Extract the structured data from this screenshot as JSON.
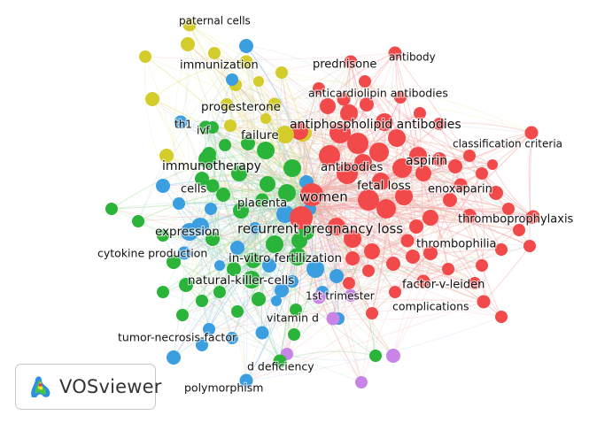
{
  "colors": {
    "red": "#f24a4a",
    "green": "#2bb43a",
    "blue": "#3a9ee0",
    "yellow": "#d3cc2a",
    "purple": "#c884e6",
    "edge_red": "#f6a5a5",
    "edge_green": "#9fdc9f",
    "edge_blue": "#9cc9ee",
    "edge_yellow": "#e7e17a"
  },
  "nodes": [
    {
      "label": "women",
      "cluster": "red",
      "weight": 3
    },
    {
      "label": "recurrent pregnancy loss",
      "cluster": "red",
      "weight": 3
    },
    {
      "label": "antiphospholipid antibodies",
      "cluster": "red",
      "weight": 2
    },
    {
      "label": "anticardiolipin antibodies",
      "cluster": "red",
      "weight": 1
    },
    {
      "label": "prednisone",
      "cluster": "red",
      "weight": 1
    },
    {
      "label": "antibody",
      "cluster": "red",
      "weight": 1
    },
    {
      "label": "aspirin",
      "cluster": "red",
      "weight": 2
    },
    {
      "label": "antibodies",
      "cluster": "red",
      "weight": 2
    },
    {
      "label": "fetal loss",
      "cluster": "red",
      "weight": 2
    },
    {
      "label": "enoxaparin",
      "cluster": "red",
      "weight": 1
    },
    {
      "label": "classification criteria",
      "cluster": "red",
      "weight": 1
    },
    {
      "label": "thromboprophylaxis",
      "cluster": "red",
      "weight": 1
    },
    {
      "label": "thrombophilia",
      "cluster": "red",
      "weight": 1
    },
    {
      "label": "factor-v-leiden",
      "cluster": "red",
      "weight": 1
    },
    {
      "label": "complications",
      "cluster": "red",
      "weight": 1
    },
    {
      "label": "immunotherapy",
      "cluster": "green",
      "weight": 2
    },
    {
      "label": "in-vitro fertilization",
      "cluster": "green",
      "weight": 2
    },
    {
      "label": "natural-killer-cells",
      "cluster": "green",
      "weight": 2
    },
    {
      "label": "placenta",
      "cluster": "green",
      "weight": 1
    },
    {
      "label": "cells",
      "cluster": "green",
      "weight": 1
    },
    {
      "label": "ivf",
      "cluster": "green",
      "weight": 1
    },
    {
      "label": "d deficiency",
      "cluster": "green",
      "weight": 1
    },
    {
      "label": "expression",
      "cluster": "blue",
      "weight": 2
    },
    {
      "label": "cytokine production",
      "cluster": "blue",
      "weight": 1
    },
    {
      "label": "tumor-necrosis-factor",
      "cluster": "blue",
      "weight": 1
    },
    {
      "label": "polymorphism",
      "cluster": "blue",
      "weight": 1
    },
    {
      "label": "th1",
      "cluster": "blue",
      "weight": 1
    },
    {
      "label": "failure",
      "cluster": "yellow",
      "weight": 2
    },
    {
      "label": "progesterone",
      "cluster": "yellow",
      "weight": 1
    },
    {
      "label": "immunization",
      "cluster": "yellow",
      "weight": 1
    },
    {
      "label": "paternal cells",
      "cluster": "yellow",
      "weight": 1
    },
    {
      "label": "1st trimester",
      "cluster": "purple",
      "weight": 1
    },
    {
      "label": "vitamin d",
      "cluster": "purple",
      "weight": 1
    }
  ],
  "logo": {
    "text": "VOSviewer"
  }
}
